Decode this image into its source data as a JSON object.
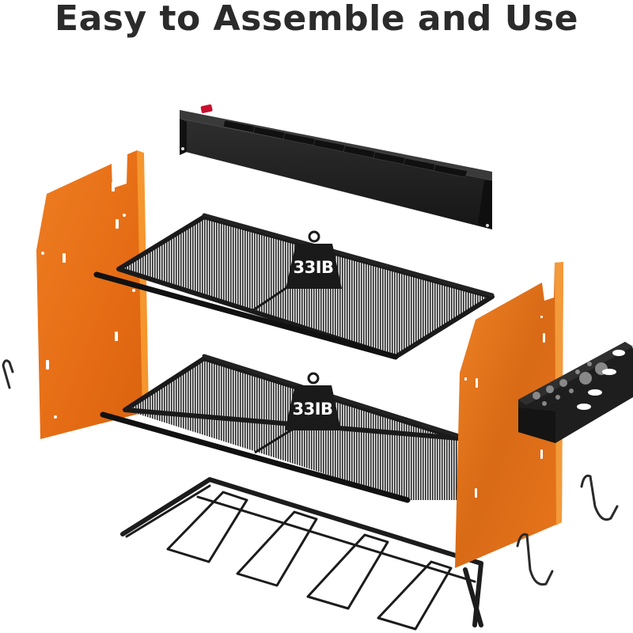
{
  "title": "Easy to Assemble and Use",
  "colors": {
    "background": "#ffffff",
    "title_text": "#2b2b2b",
    "panel_orange": "#e9721a",
    "panel_orange_light": "#f08a2a",
    "metal_black": "#1e1e1e",
    "mesh_gray": "#8a8a8a",
    "switch_red": "#c8102e",
    "badge_text": "#ffffff"
  },
  "components": {
    "power_strip": {
      "label": "power-strip",
      "outlet_count": 8,
      "has_switch": true
    },
    "upper_shelf": {
      "weight_badge": "33IB"
    },
    "lower_shelf": {
      "weight_badge": "33IB"
    },
    "drill_holder": {
      "label": "drill-holder",
      "slot_count": 4
    },
    "left_side_panel": {
      "label": "left-side-panel"
    },
    "right_side_panel": {
      "label": "right-side-panel"
    },
    "tool_holder": {
      "label": "screwdriver-bit-holder"
    },
    "hooks": {
      "count": 3
    }
  }
}
